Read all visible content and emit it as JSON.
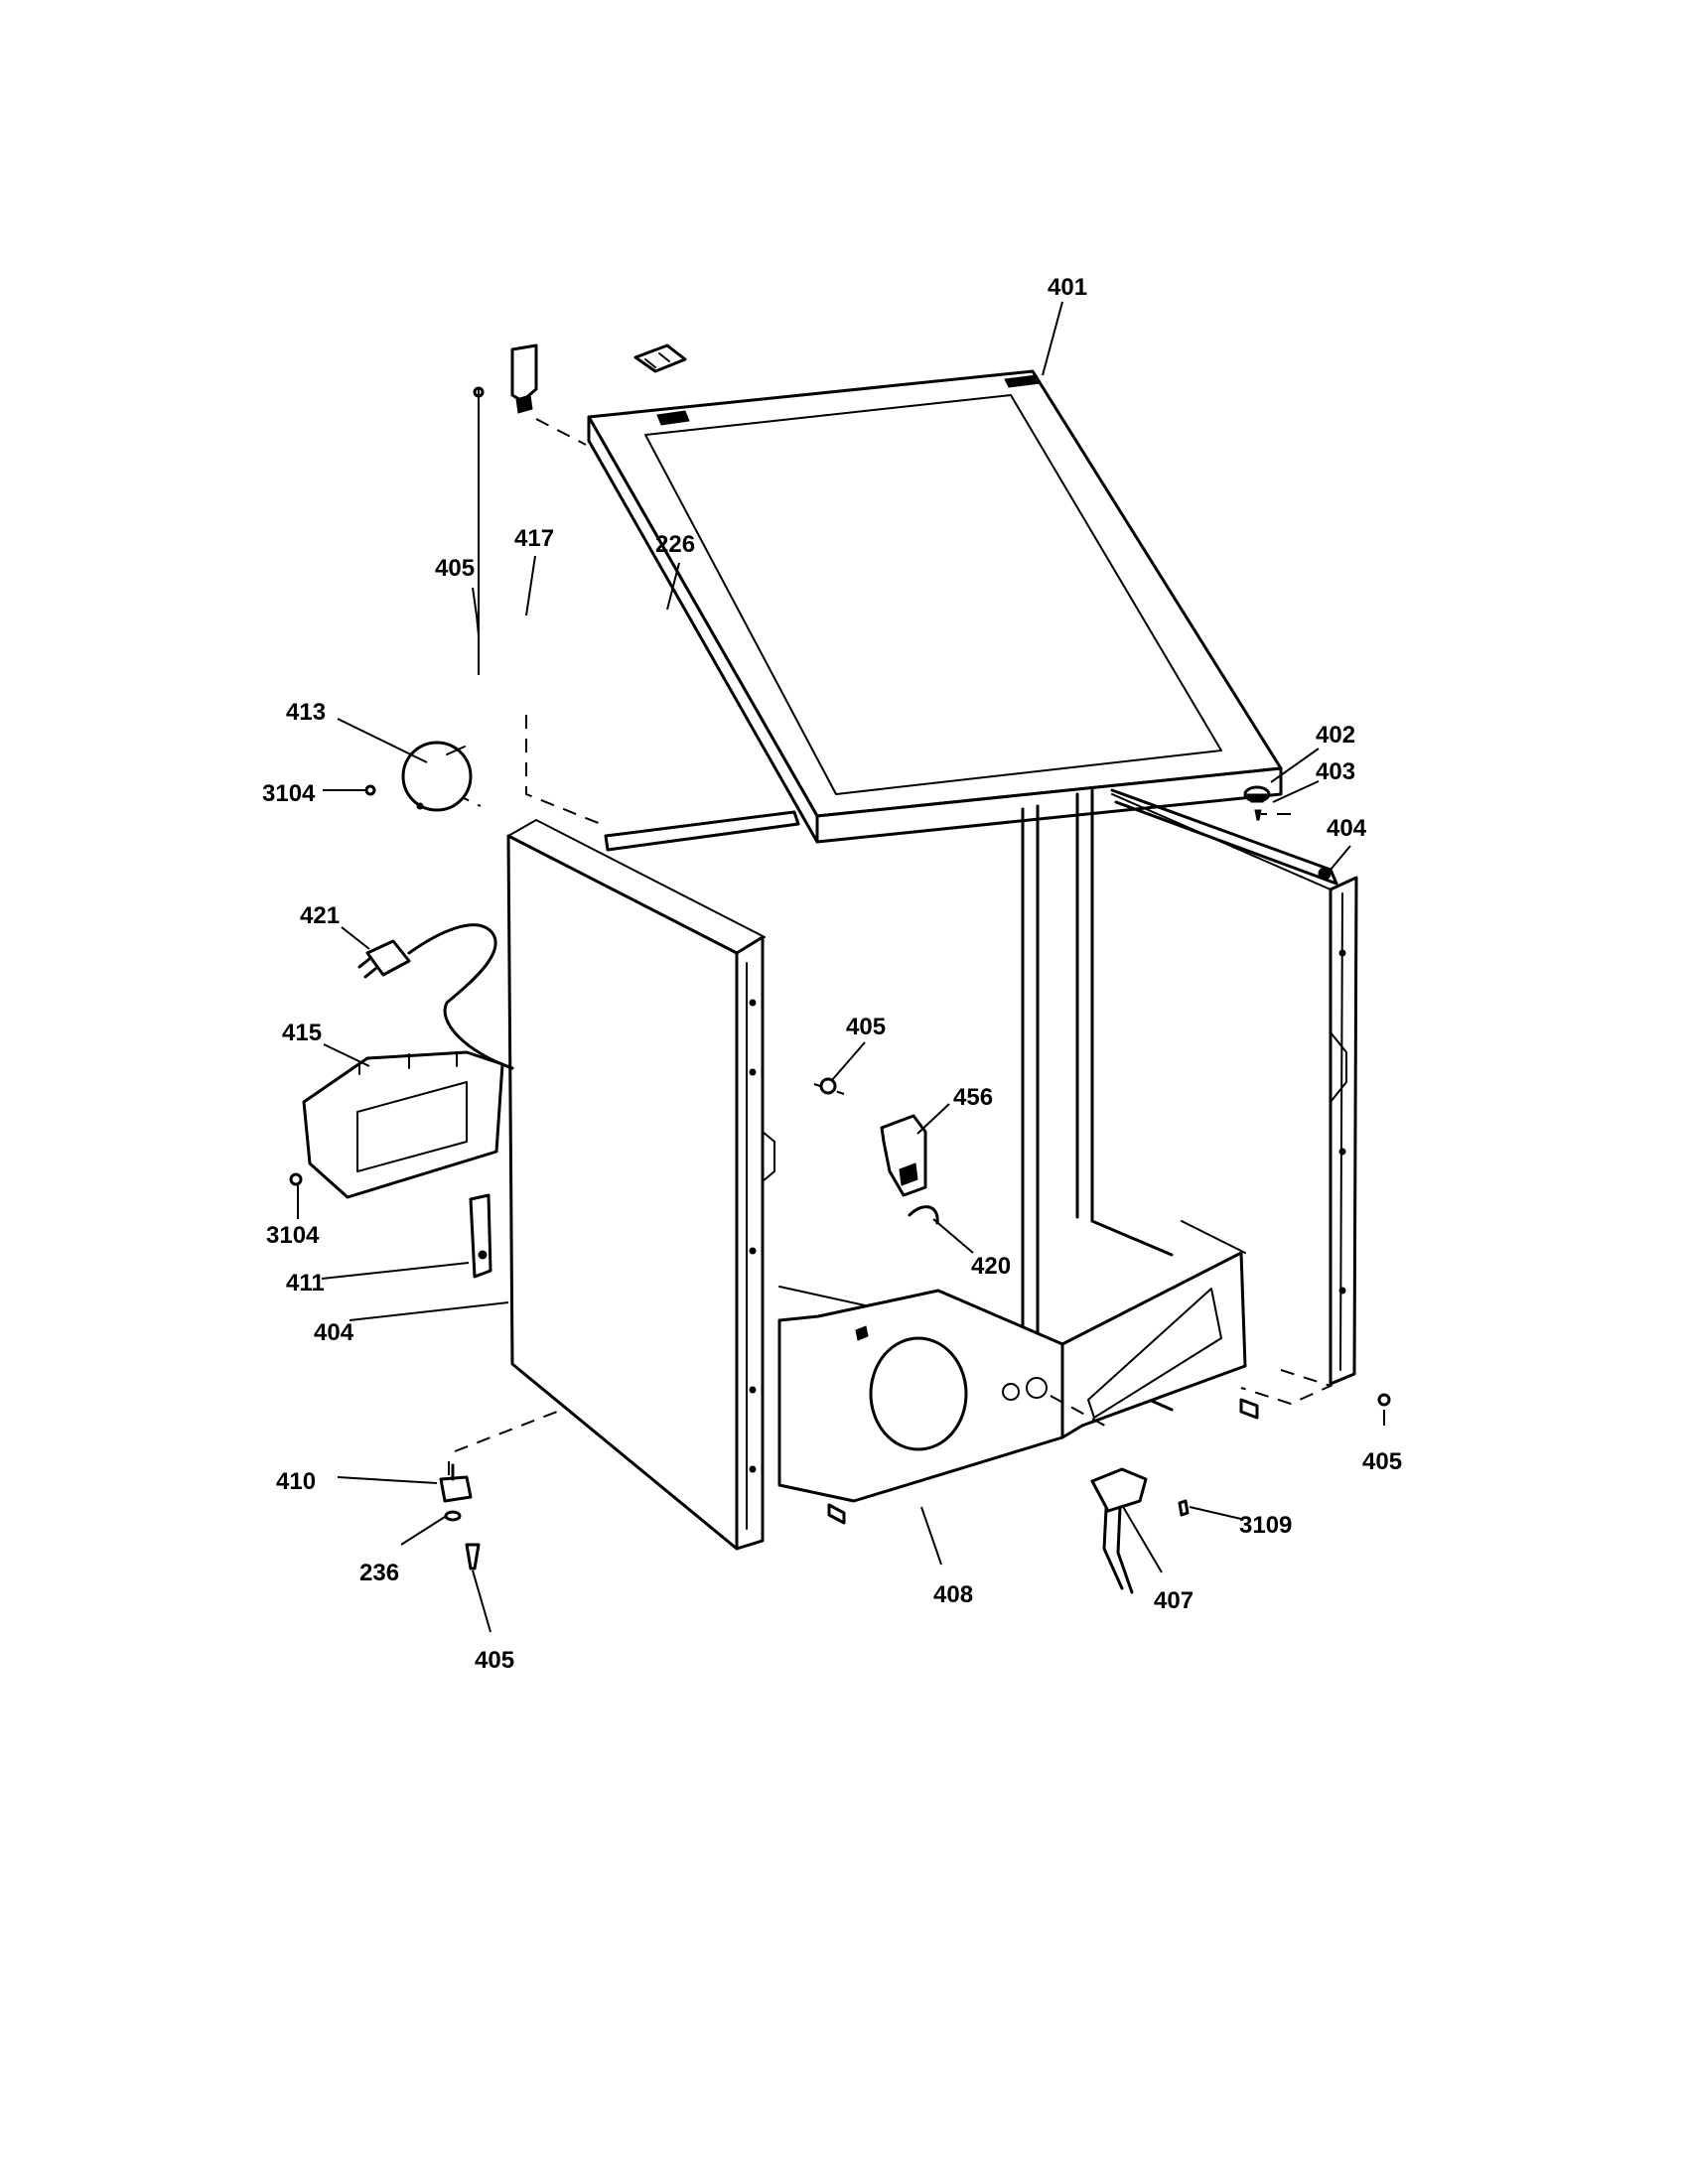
{
  "colors": {
    "ink": "#000000",
    "paper": "#ffffff"
  },
  "labels": {
    "l401": "401",
    "l402": "402",
    "l403": "403",
    "l404_right": "404",
    "l404_left": "404",
    "l405_top": "405",
    "l405_mid": "405",
    "l405_right": "405",
    "l405_bottom": "405",
    "l407": "407",
    "l408": "408",
    "l410": "410",
    "l411": "411",
    "l413": "413",
    "l415": "415",
    "l417": "417",
    "l420": "420",
    "l421": "421",
    "l456": "456",
    "l226": "226",
    "l236": "236",
    "l3104_top": "3104",
    "l3104_bottom": "3104",
    "l3109": "3109"
  }
}
